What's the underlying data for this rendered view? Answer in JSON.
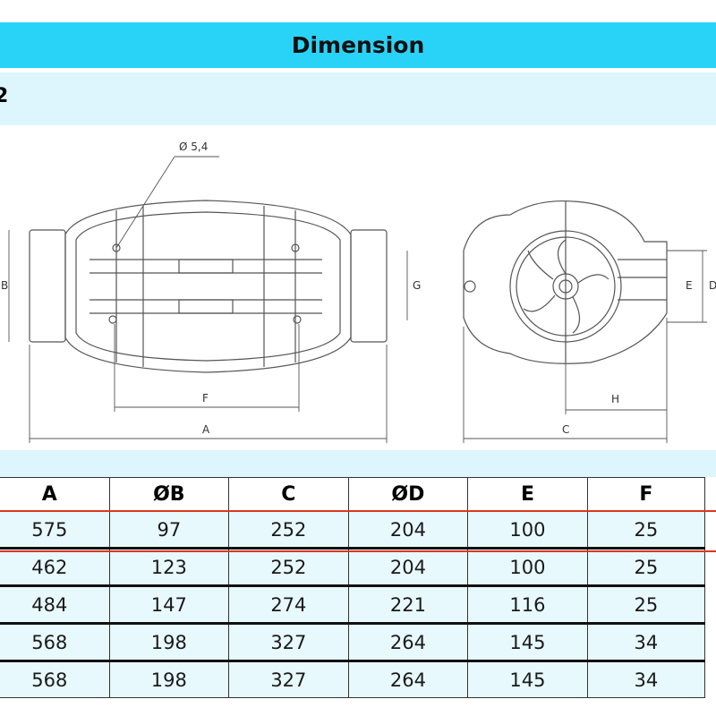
{
  "header": {
    "title": "Dimension"
  },
  "model": {
    "label": "2"
  },
  "drawing": {
    "labels": {
      "hole": "Ø 5,4",
      "a": "A",
      "b": "B",
      "c": "C",
      "d": "D",
      "e": "E",
      "f": "F",
      "g": "G",
      "h": "H"
    }
  },
  "table": {
    "columns": [
      "A",
      "ØB",
      "C",
      "ØD",
      "E",
      "F"
    ],
    "rows": [
      [
        "575",
        "97",
        "252",
        "204",
        "100",
        "25"
      ],
      [
        "462",
        "123",
        "252",
        "204",
        "100",
        "25"
      ],
      [
        "484",
        "147",
        "274",
        "221",
        "116",
        "25"
      ],
      [
        "568",
        "198",
        "327",
        "264",
        "145",
        "34"
      ],
      [
        "568",
        "198",
        "327",
        "264",
        "145",
        "34"
      ]
    ]
  },
  "colors": {
    "title_bar": "#29d3f7",
    "sub_bar": "#ddf6fd",
    "highlight_line": "#d9381e"
  }
}
